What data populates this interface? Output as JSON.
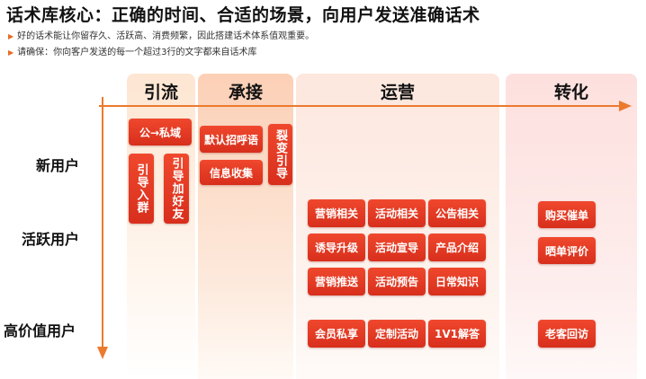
{
  "title": "话术库核心：正确的时间、合适的场景，向用户发送准确话术",
  "bullets": [
    "好的话术能让你留存久、活跃高、消费频繁，因此搭建话术体系值观重要。",
    "请确保：你向客户发送的每一个超过3行的文字都来自话术库"
  ],
  "columns": [
    "引流",
    "承接",
    "运营",
    "转化"
  ],
  "rows": [
    "新用户",
    "活跃用户",
    "高价值用户"
  ],
  "tags": {
    "yinliu": [
      "公→私域",
      "引导入群",
      "引导加好友"
    ],
    "chengjie": [
      "默认招呼语",
      "信息收集",
      "裂变引导"
    ],
    "yunying": [
      "营销相关",
      "活动相关",
      "公告相关",
      "诱导升级",
      "活动宣导",
      "产品介绍",
      "营销推送",
      "活动预告",
      "日常知识",
      "会员私享",
      "定制活动",
      "1V1解答"
    ],
    "zhuanhua": [
      "购买催单",
      "晒单评价",
      "老客回访"
    ]
  },
  "colors": {
    "accent": "#ec7a2e",
    "tag": "#e03a23"
  }
}
